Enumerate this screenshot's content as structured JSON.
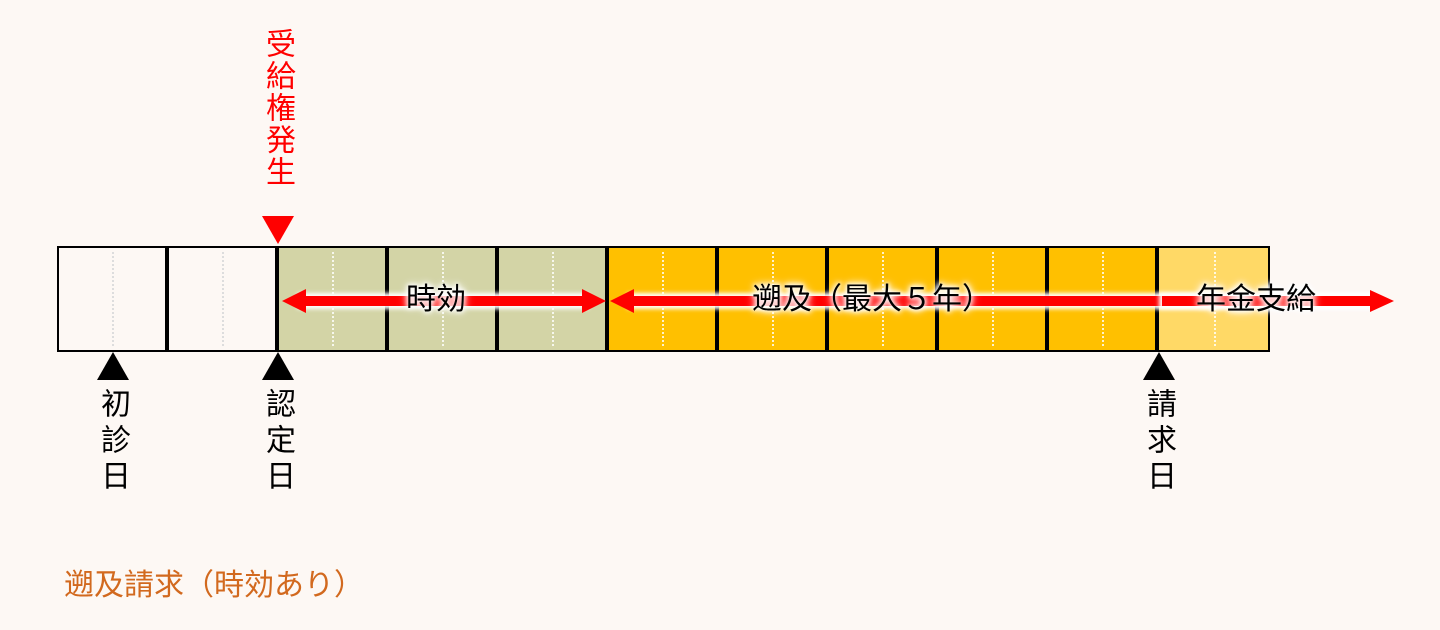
{
  "colors": {
    "background": "#fdf8f4",
    "prescription": "#d3d4a6",
    "retroactive": "#ffc000",
    "payment": "#ffd966",
    "accent": "#ff0000",
    "caption": "#d2691e"
  },
  "entitlement_marker": "受給権発生",
  "segments": {
    "prescription": "時効",
    "retroactive": "遡及（最大５年）",
    "payment": "年金支給"
  },
  "markers": {
    "first_visit": "初診日",
    "certification": "認定日",
    "claim": "請求日"
  },
  "caption": "遡及請求（時効あり）"
}
